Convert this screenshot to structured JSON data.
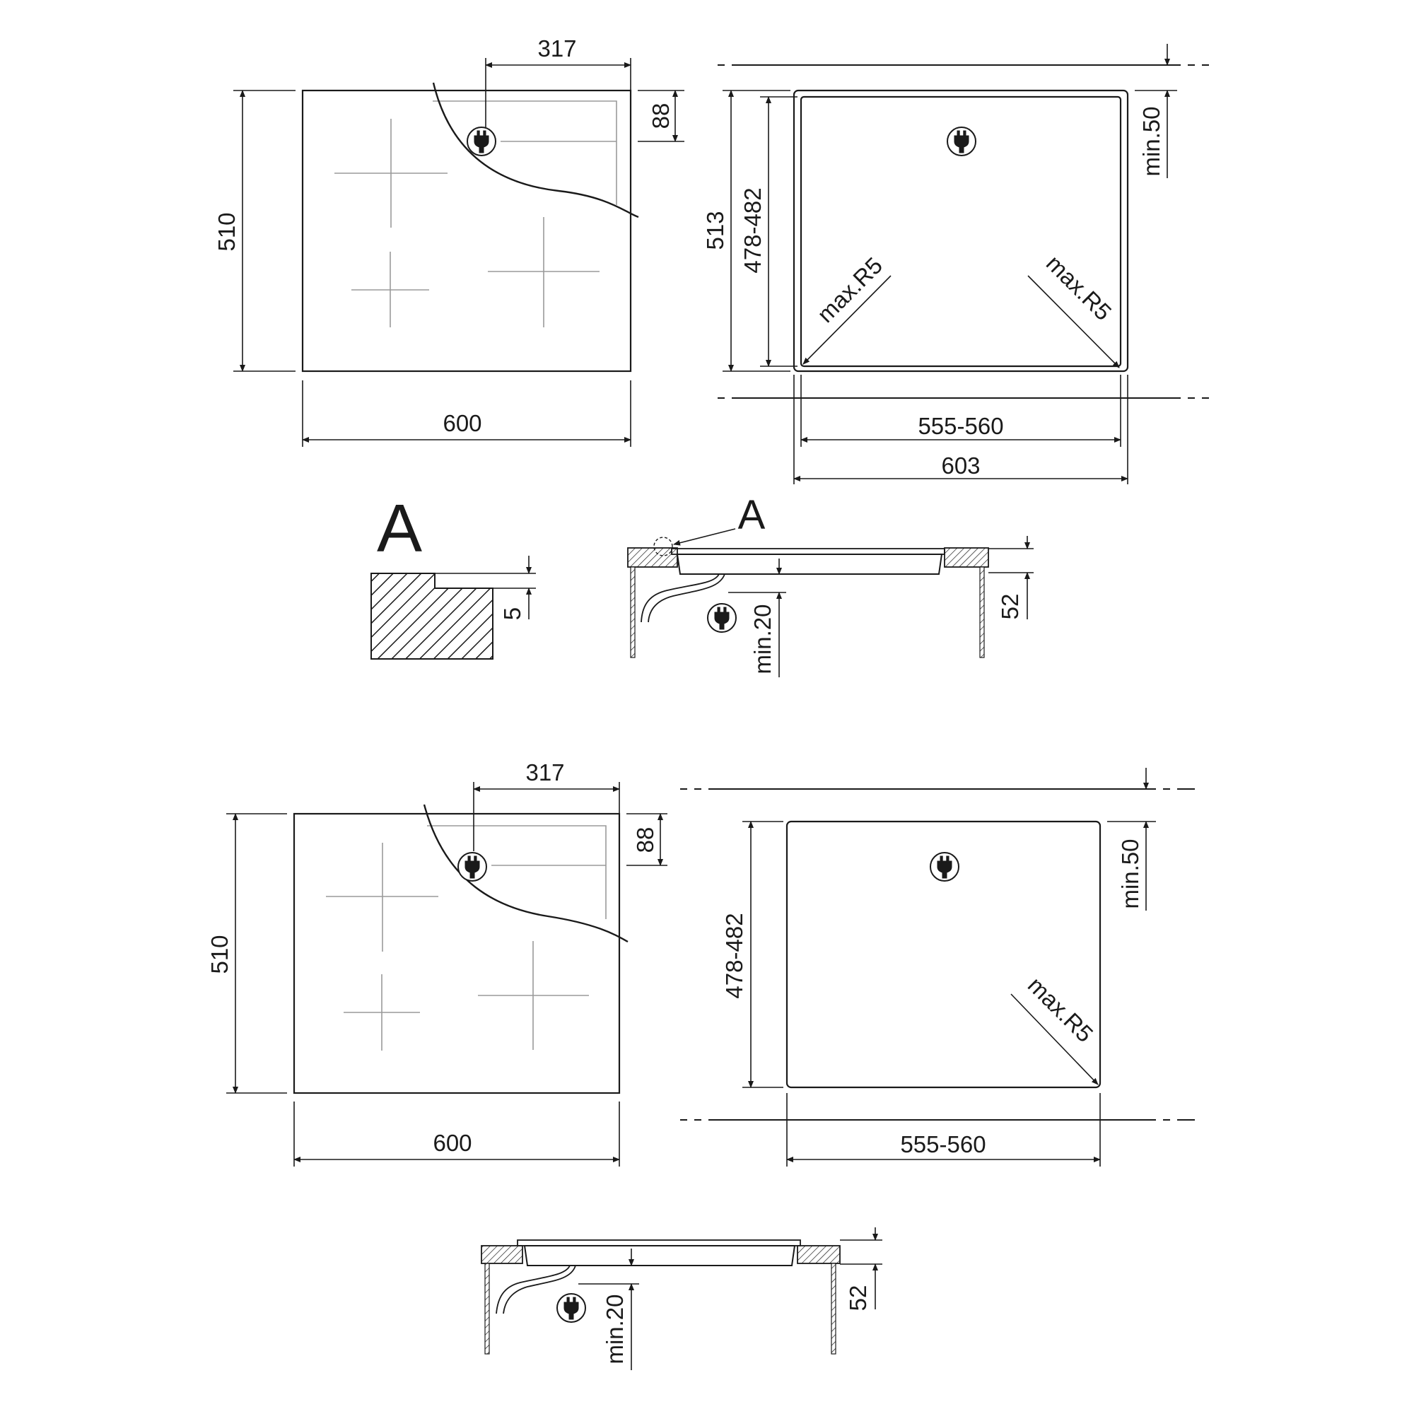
{
  "dimensions": {
    "width_600": "600",
    "depth_510": "510",
    "socket_offset_317": "317",
    "socket_depth_88": "88",
    "cutout_outer_513": "513",
    "cutout_depth": "478-482",
    "cutout_width": "555-560",
    "cutout_outer_603": "603",
    "min_clearance_50": "min.50",
    "corner_radius": "max.R5",
    "min_clearance_20": "min.20",
    "height_52": "52",
    "recess_5": "5"
  },
  "detail_label": "A",
  "colors": {
    "line": "#1a1a1a",
    "light_line": "#9a9a9a",
    "background": "#ffffff"
  },
  "icons": [
    "power-plug-icon"
  ]
}
